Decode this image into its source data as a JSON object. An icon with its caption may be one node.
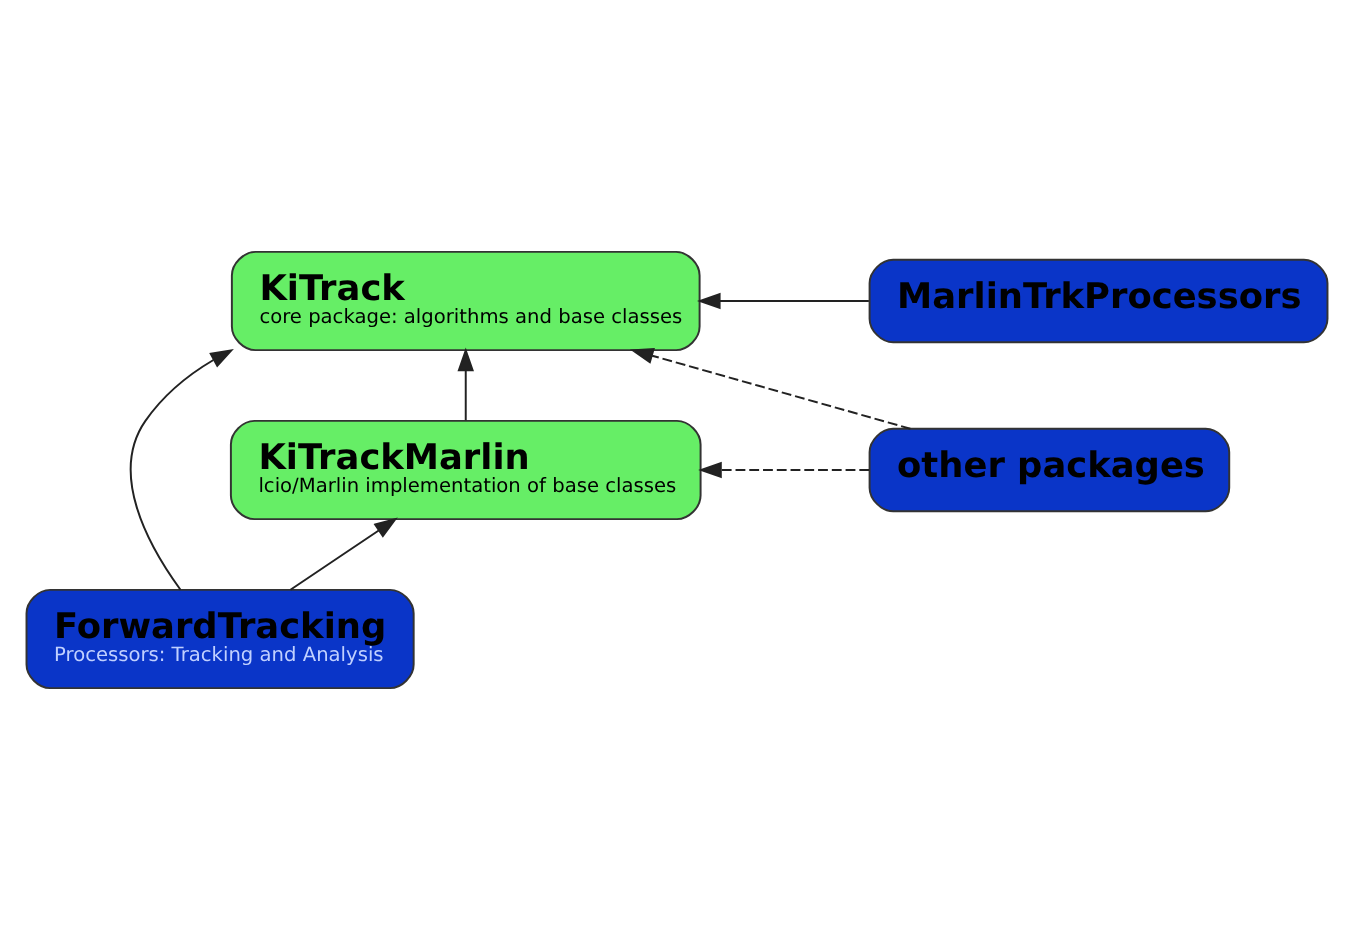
{
  "diagram": {
    "nodes": [
      {
        "text": [
          "KiTrack",
          "core package: algorithms and base classes"
        ]
      },
      {
        "text": [
          "MarlinTrkProcessors"
        ]
      },
      {
        "text": [
          "KiTrackMarlin",
          "lcio/Marlin implementation of base classes"
        ]
      },
      {
        "text": [
          "other packages"
        ]
      },
      {
        "text": [
          "ForwardTracking",
          "Processors: Tracking and Analysis"
        ]
      }
    ],
    "edges": [
      {
        "from": 1,
        "to": 0,
        "arrow": "to"
      },
      {
        "from": 3,
        "to": 0,
        "arrow": "to",
        "style": "dashed"
      },
      {
        "from": 2,
        "to": 0,
        "arrow": "to"
      },
      {
        "from": 3,
        "to": 2,
        "arrow": "to",
        "style": "dashed"
      },
      {
        "from": 4,
        "to": 2,
        "arrow": "to"
      },
      {
        "from": 4,
        "to": 0,
        "arrow": "to"
      }
    ]
  }
}
